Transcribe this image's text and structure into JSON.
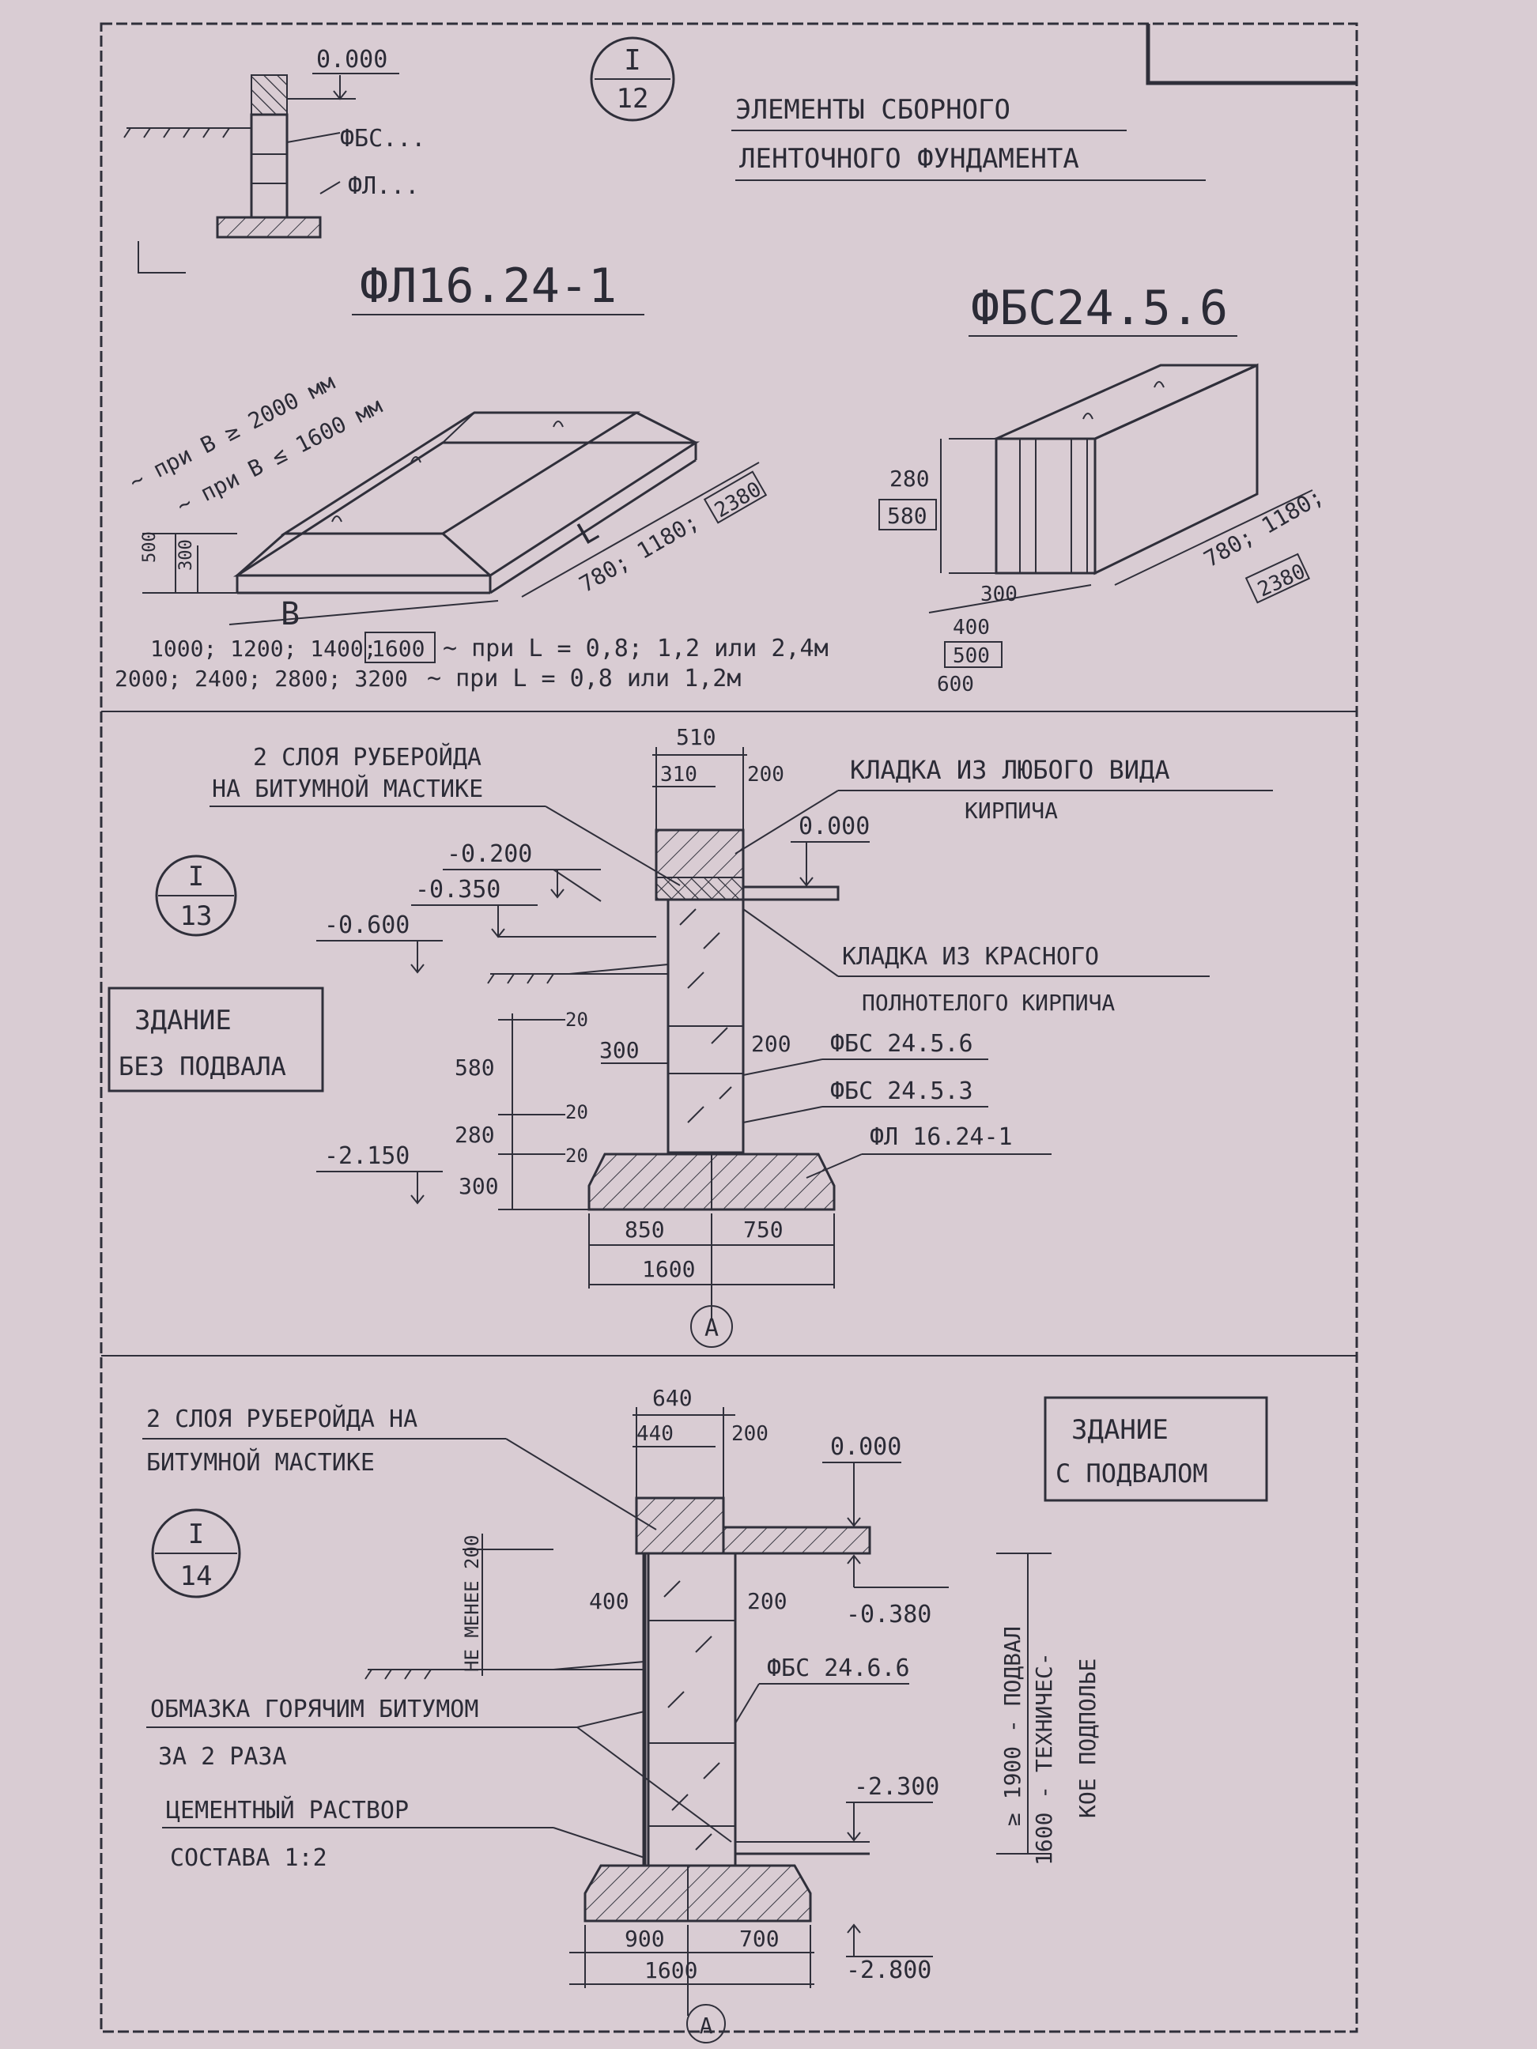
{
  "sheet": {
    "title_line1": "ЭЛЕМЕНТЫ СБОРНОГО",
    "title_line2": "ЛЕНТОЧНОГО ФУНДАМЕНТА",
    "ref_top_num": "I",
    "ref_top_den": "12"
  },
  "key_sketch": {
    "level": "0.000",
    "block_label": "ФБС...",
    "slab_label": "ФЛ..."
  },
  "slab": {
    "title": "ФЛ16.24-1",
    "note_wide": "~ при B ≥ 2000 мм",
    "note_narrow": "~ при B ≤ 1600 мм",
    "h_total": "500",
    "h_edge": "300",
    "width_label": "B",
    "length_label": "L",
    "length_values": "780; 1180;",
    "length_boxed": "2380",
    "widths_row1": "1000; 1200; 1400;",
    "widths_row1_boxed": "1600",
    "widths_row1_note": "~ при L = 0,8; 1,2 или 2,4м",
    "widths_row2": "2000; 2400; 2800; 3200",
    "widths_row2_note": "~ при L = 0,8 или 1,2м"
  },
  "block": {
    "title": "ФБС24.5.6",
    "h_small": "280",
    "h_boxed": "580",
    "groove": "300",
    "w_top": "400",
    "w_boxed": "500",
    "w_bottom": "600",
    "length_values": "780; 1180;",
    "length_boxed": "2380"
  },
  "section_a": {
    "ref_num": "I",
    "ref_den": "13",
    "building_line1": "ЗДАНИЕ",
    "building_line2": "БЕЗ ПОДВАЛА",
    "note_waterproof_1": "2 СЛОЯ РУБЕРОЙДА",
    "note_waterproof_2": "НА БИТУМНОЙ МАСТИКЕ",
    "note_masonry_1": "КЛАДКА ИЗ ЛЮБОГО ВИДА",
    "note_masonry_2": "КИРПИЧА",
    "note_red_1": "КЛАДКА ИЗ КРАСНОГО",
    "note_red_2": "ПОЛНОТЕЛОГО КИРПИЧА",
    "dim_510": "510",
    "dim_310": "310",
    "dim_200_top": "200",
    "lvl_0": "0.000",
    "lvl_1": "-0.200",
    "lvl_2": "-0.350",
    "lvl_3": "-0.600",
    "lvl_4": "-2.150",
    "d20a": "20",
    "d580": "580",
    "d20b": "20",
    "d280": "280",
    "d20c": "20",
    "d300_v": "300",
    "d300": "300",
    "d200": "200",
    "blk1": "ФБС 24.5.6",
    "blk2": "ФБС 24.5.3",
    "slab": "ФЛ 16.24-1",
    "b850": "850",
    "b750": "750",
    "b1600": "1600",
    "axis": "А"
  },
  "section_b": {
    "ref_num": "I",
    "ref_den": "14",
    "building_line1": "ЗДАНИЕ",
    "building_line2": "С ПОДВАЛОМ",
    "note_waterproof_1": "2 СЛОЯ РУБЕРОЙДА НА",
    "note_waterproof_2": "БИТУМНОЙ МАСТИКЕ",
    "note_coat_1": "ОБМАЗКА ГОРЯЧИМ БИТУМОМ",
    "note_coat_2": "ЗА 2 РАЗА",
    "note_mortar_1": "ЦЕМЕНТНЫЙ РАСТВОР",
    "note_mortar_2": "СОСТАВА 1:2",
    "dim_640": "640",
    "dim_440": "440",
    "dim_200_top": "200",
    "lvl_0": "0.000",
    "lvl_1": "-0.380",
    "lvl_2": "-2.300",
    "lvl_3": "-2.800",
    "vert_note": "НЕ МЕНЕЕ 200",
    "d400": "400",
    "d200": "200",
    "blk": "ФБС 24.6.6",
    "basement_1": "≥ 1900 - ПОДВАЛ",
    "basement_2a": "1600 - ТЕХНИЧЕС-",
    "basement_2b": "КОЕ ПОДПОЛЬЕ",
    "b900": "900",
    "b700": "700",
    "b1600": "1600",
    "axis": "А"
  },
  "colors": {
    "paper": "#d9ccd3",
    "ink": "#2b2b36"
  }
}
